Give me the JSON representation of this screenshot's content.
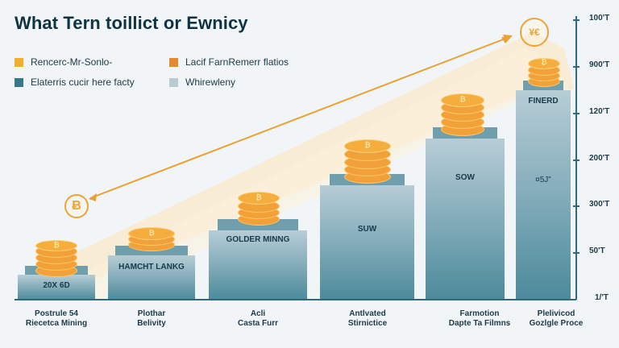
{
  "title": "What Tern toillict or Ewnicy",
  "legend": [
    {
      "label": "Rencerc-Mr-Sonlo-",
      "color": "#f0b02e"
    },
    {
      "label": "Lacif FarnRemerr flatios",
      "color": "#e58a2c"
    },
    {
      "label": "Elaterris cucir here facty",
      "color": "#35788a"
    },
    {
      "label": "Whirewleny",
      "color": "#b8cbd1"
    }
  ],
  "colors": {
    "background": "#f1f5f7",
    "bar_top": "#b7cdd6",
    "bar_bottom": "#4c8a9b",
    "coin": "#f2a13a",
    "trend_arrow": "#e9a233",
    "trend_band": "#fbe8c8",
    "axis": "#2f6a7c",
    "text": "#1c3a47"
  },
  "badges": {
    "start_icon": "bitcoin-icon",
    "start_glyph": "Ƀ",
    "end_icon": "currency-icon",
    "end_glyph": "¥€"
  },
  "y_axis": {
    "ticks": [
      "100'T",
      "900'T",
      "120'T",
      "200'T",
      "300'T",
      "50'T",
      "1/'T"
    ]
  },
  "bars": [
    {
      "inner_label": "20X 6D",
      "x_label_line1": "Postrule 54",
      "x_label_line2": "Riecetca Mining"
    },
    {
      "inner_label": "HAMCHT LANKG",
      "x_label_line1": "Plothar",
      "x_label_line2": "Belivity"
    },
    {
      "inner_label": "GOLDER MINNG",
      "x_label_line1": "Acli",
      "x_label_line2": "Casta Furr"
    },
    {
      "inner_label": "SUW",
      "x_label_line1": "Antlvated",
      "x_label_line2": "Stirnictice"
    },
    {
      "inner_label": "SOW",
      "x_label_line1": "Farmotion",
      "x_label_line2": "Dapte Ta Filmns"
    },
    {
      "inner_label": "FINERD",
      "inner_label_2": "¤5J\"",
      "x_label_line1": "Plelivicod",
      "x_label_line2": "Gozlgle Proce"
    }
  ],
  "chart_data": {
    "type": "bar",
    "title": "What Tern toillict or Ewnicy",
    "categories": [
      "Postrule 54 Riecetca Mining",
      "Plothar Belivity",
      "Acli Casta Furr",
      "Antlvated Stirnictice",
      "Farmotion Dapte Ta Filmns",
      "Plelivicod Gozlgle Proce"
    ],
    "values": [
      7,
      19,
      30,
      50,
      70,
      94
    ],
    "bar_labels": [
      "20X 6D",
      "HAMCHT LANKG",
      "GOLDER MINNG",
      "SUW",
      "SOW",
      "FINERD"
    ],
    "legend": [
      "Rencerc-Mr-Sonlo-",
      "Lacif FarnRemerr flatios",
      "Elaterris cucir here facty",
      "Whirewleny"
    ],
    "y_tick_labels": [
      "100'T",
      "900'T",
      "120'T",
      "200'T",
      "300'T",
      "50'T",
      "1/'T"
    ],
    "ylim": [
      0,
      100
    ],
    "xlabel": "",
    "ylabel": "",
    "grid": false,
    "legend_position": "top-left",
    "annotations": [
      "Upward trend arrow from bitcoin icon to currency icon"
    ]
  }
}
